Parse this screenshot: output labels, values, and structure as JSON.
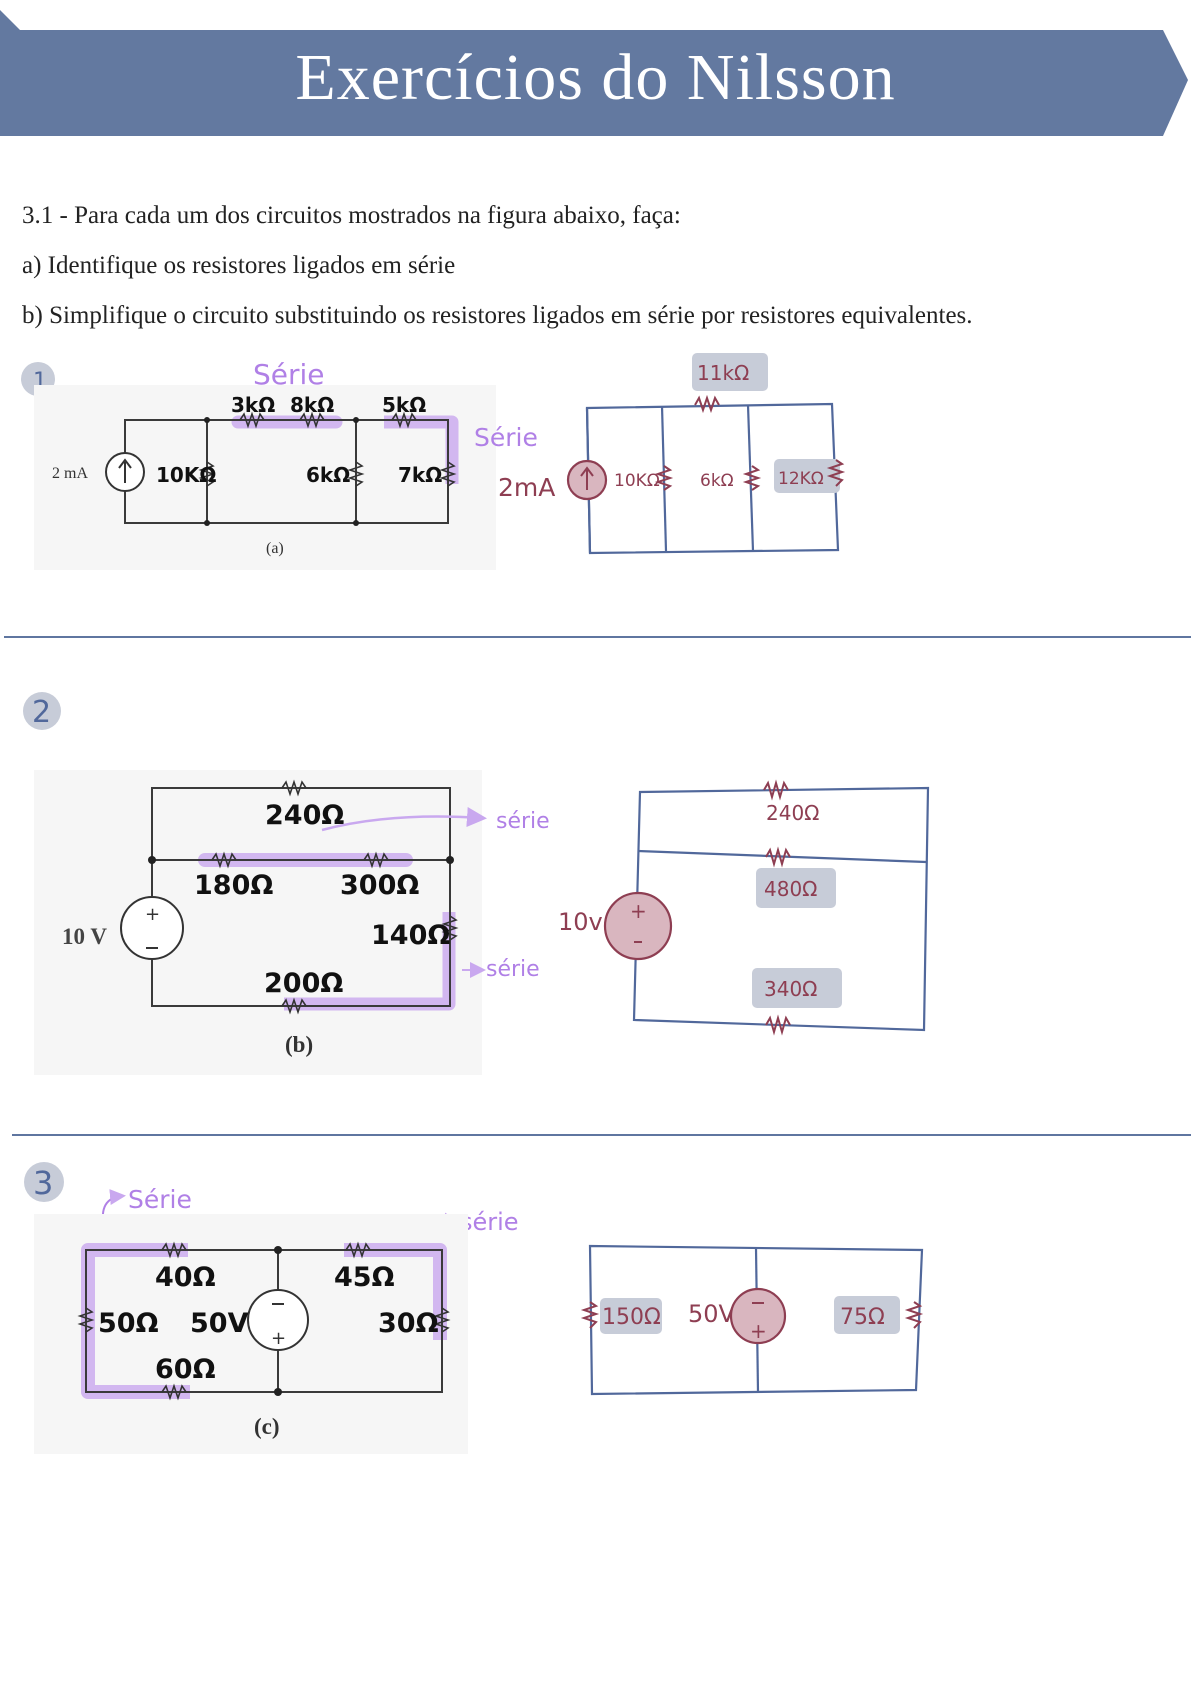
{
  "header": {
    "title": "Exercícios do  Nilsson"
  },
  "question": {
    "intro": "3.1 - Para cada um dos circuitos mostrados na figura abaixo, faça:",
    "a": "a) Identifique os resistores ligados em série",
    "b": "b) Simplifique o circuito substituindo os resistores ligados em série por resistores equivalentes."
  },
  "colors": {
    "banner": "#6379a0",
    "divider": "#5f76a0",
    "highlight": "#c9a8ef",
    "ink_blue": "#51689b",
    "ink_red": "#8e3e52",
    "box": "#c7ccd8",
    "source_fill": "#d9b6bf"
  },
  "circuit1": {
    "number": "1",
    "original": {
      "serie_note": "Série",
      "r_3k": "3kΩ",
      "r_8k": "8kΩ",
      "r_5k": "5kΩ",
      "source": "2 mA",
      "r_10k": "10KΩ",
      "r_6k": "6kΩ",
      "r_7k": "7kΩ",
      "caption": "(a)",
      "serie_note_2": "Série"
    },
    "simplified": {
      "r_11k": "11kΩ",
      "source": "2mA",
      "r_10k": "10KΩ",
      "r_6k": "6kΩ",
      "r_12k": "12KΩ"
    }
  },
  "circuit2": {
    "number": "2",
    "original": {
      "r_240": "240Ω",
      "serie_note": "série",
      "r_180": "180Ω",
      "r_300": "300Ω",
      "source": "10 V",
      "r_140": "140Ω",
      "serie_note_2": "série",
      "r_200": "200Ω",
      "caption": "(b)"
    },
    "simplified": {
      "r_240": "240Ω",
      "r_480": "480Ω",
      "source": "10v",
      "r_340": "340Ω"
    }
  },
  "circuit3": {
    "number": "3",
    "original": {
      "serie_note": "Série",
      "serie_note_2": "série",
      "r_40": "40Ω",
      "r_45": "45Ω",
      "r_50": "50Ω",
      "source": "50V",
      "r_30": "30Ω",
      "r_60": "60Ω",
      "caption": "(c)"
    },
    "simplified": {
      "r_150": "150Ω",
      "source": "50V",
      "r_75": "75Ω"
    }
  }
}
